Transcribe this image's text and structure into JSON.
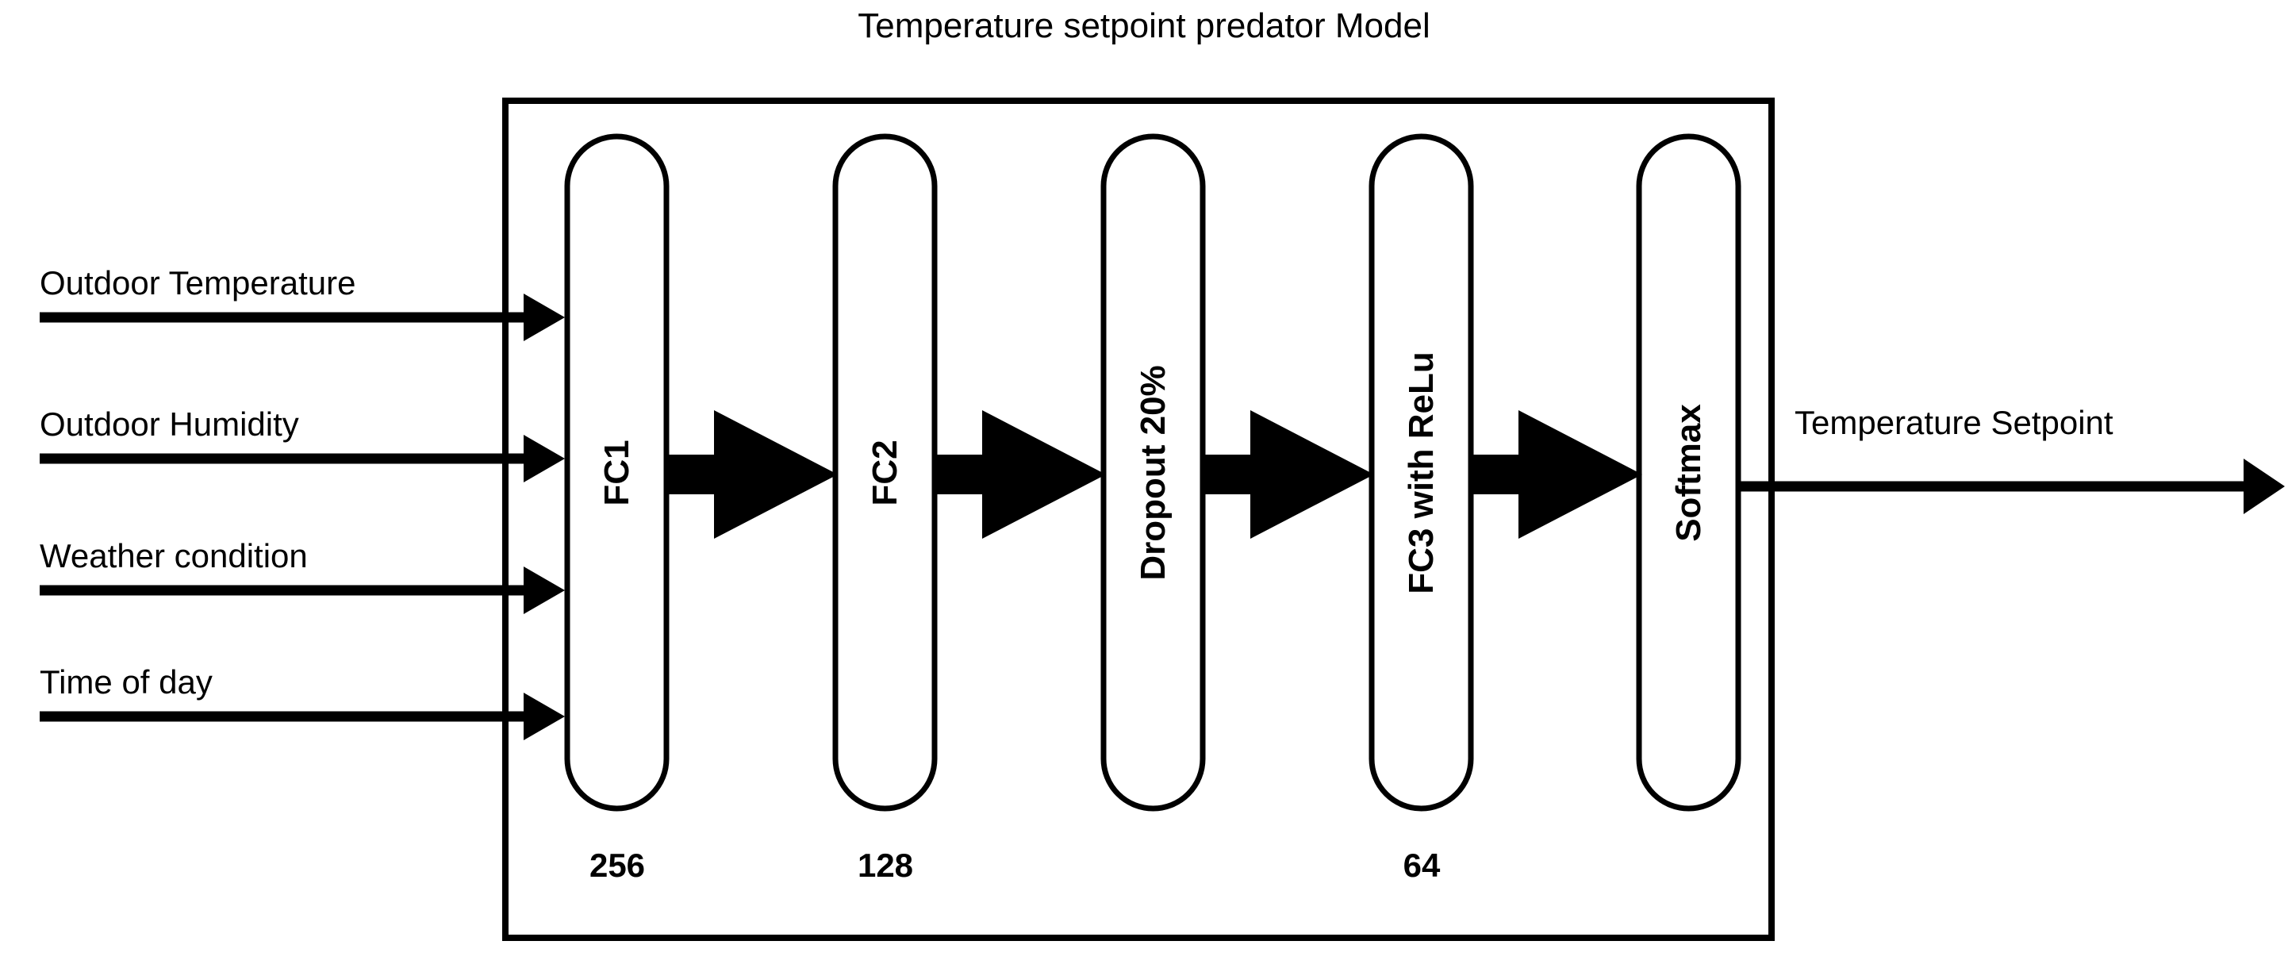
{
  "diagram": {
    "title": "Temperature setpoint predator Model",
    "type": "neural-network-architecture",
    "inputs": [
      {
        "label": "Outdoor Temperature",
        "arrow": "right-arrow-icon"
      },
      {
        "label": "Outdoor Humidity",
        "arrow": "right-arrow-icon"
      },
      {
        "label": "Weather condition",
        "arrow": "right-arrow-icon"
      },
      {
        "label": "Time of day",
        "arrow": "right-arrow-icon"
      }
    ],
    "layers": [
      {
        "label": "FC1",
        "units": "256"
      },
      {
        "label": "FC2",
        "units": "128"
      },
      {
        "label": "Dropout 20%",
        "units": ""
      },
      {
        "label": "FC3 with ReLu",
        "units": "64"
      },
      {
        "label": "Softmax",
        "units": ""
      }
    ],
    "connectors": [
      {
        "name": "block-arrow-icon",
        "from": "FC1",
        "to": "FC2"
      },
      {
        "name": "block-arrow-icon",
        "from": "FC2",
        "to": "Dropout 20%"
      },
      {
        "name": "block-arrow-icon",
        "from": "Dropout 20%",
        "to": "FC3 with ReLu"
      },
      {
        "name": "block-arrow-icon",
        "from": "FC3 with ReLu",
        "to": "Softmax"
      }
    ],
    "output": {
      "label": "Temperature Setpoint",
      "arrow": "right-arrow-icon"
    },
    "colors": {
      "stroke": "#000000",
      "fill": "#ffffff",
      "background": "#ffffff"
    }
  }
}
